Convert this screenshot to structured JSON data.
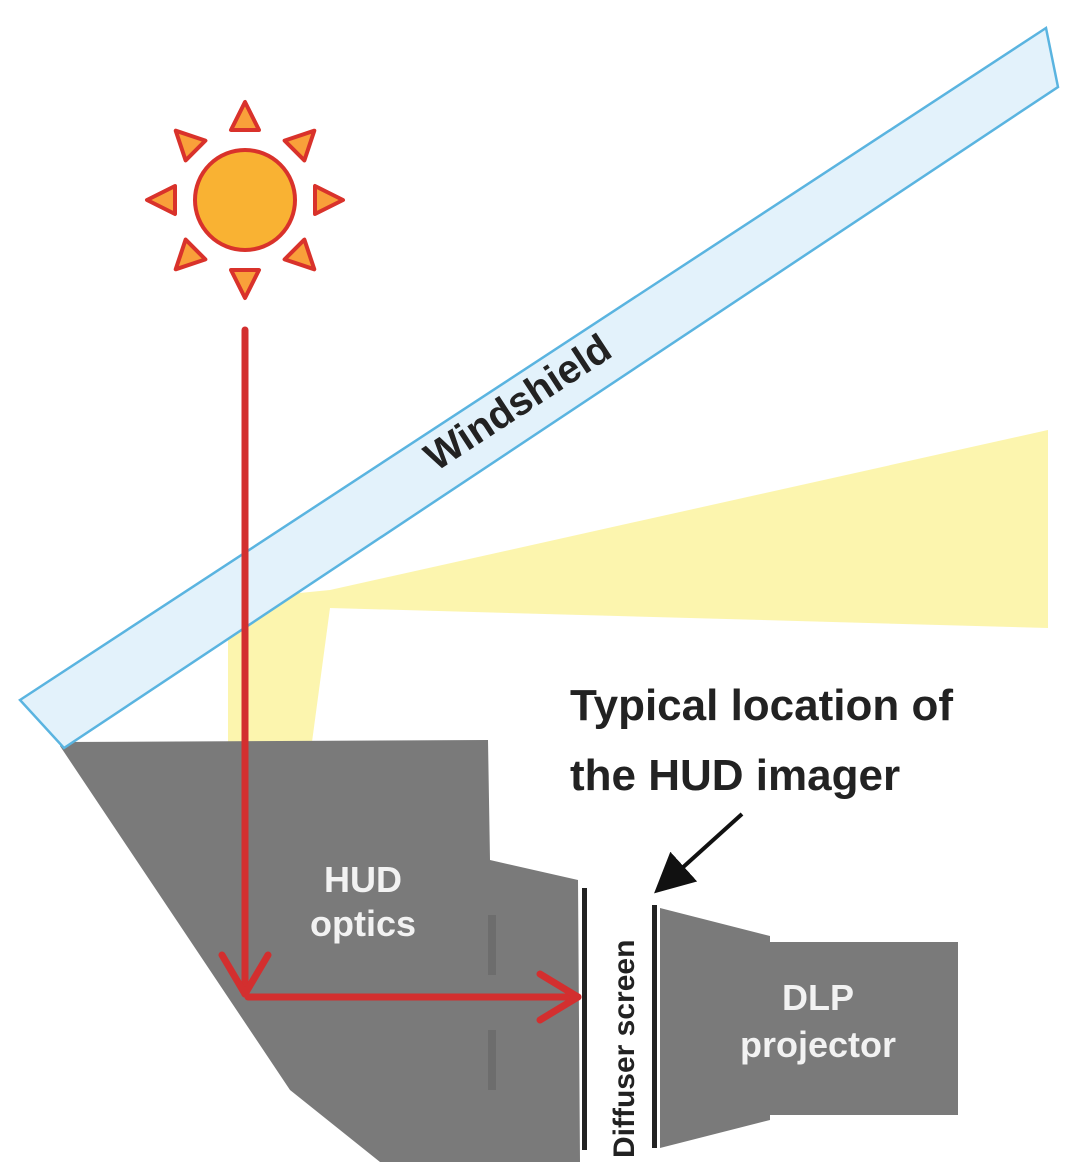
{
  "labels": {
    "windshield": "Windshield",
    "hud_optics_line1": "HUD",
    "hud_optics_line2": "optics",
    "dlp_line1": "DLP",
    "dlp_line2": "projector",
    "diffuser": "Diffuser screen",
    "imager_line1": "Typical location of",
    "imager_line2": "the HUD imager"
  },
  "colors": {
    "windshield_fill": "#e3f2fb",
    "windshield_stroke": "#5ab4e0",
    "light_beam": "#fbf3a0",
    "housing": "#7a7a7a",
    "ray": "#d32f2f",
    "sun_core": "#f9b233",
    "sun_stroke": "#d9322b",
    "white_text": "#f2f2f2",
    "dark_text": "#222222"
  },
  "icons": {
    "sun": "sun-icon",
    "ray": "sunlight-ray-arrow",
    "pointer": "pointer-arrow"
  }
}
